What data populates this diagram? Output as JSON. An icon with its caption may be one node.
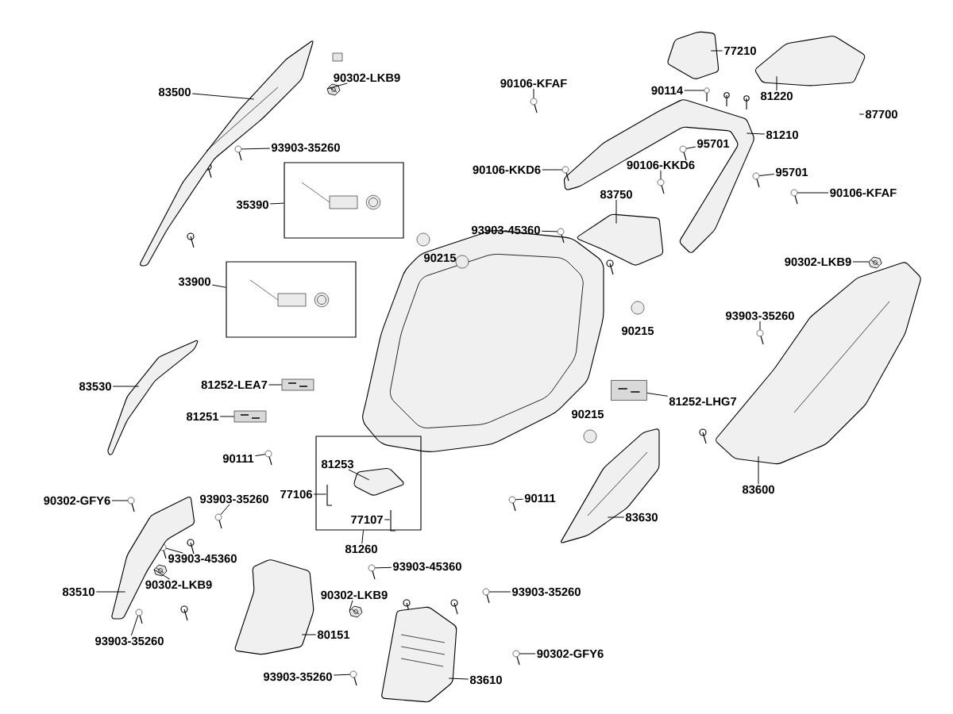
{
  "diagram": {
    "nodes": [
      {
        "text": [
          "83500"
        ]
      },
      {
        "text": [
          "90302-LKB9"
        ]
      },
      {
        "text": [
          "93903-35260"
        ]
      },
      {
        "text": [
          "35390"
        ]
      },
      {
        "text": [],
        "shape": "box"
      },
      {
        "text": [
          "33900"
        ]
      },
      {
        "text": [],
        "shape": "box"
      },
      {
        "text": [
          "83530"
        ]
      },
      {
        "text": [
          "81252-LEA7"
        ]
      },
      {
        "text": [
          "81251"
        ]
      },
      {
        "text": [
          "90111"
        ]
      },
      {
        "text": [],
        "shape": "box"
      },
      {
        "text": [
          "81253"
        ],
        "in": 11
      },
      {
        "text": [
          "77106"
        ]
      },
      {
        "text": [
          "77107"
        ],
        "in": 11
      },
      {
        "text": [
          "81260"
        ]
      },
      {
        "text": [
          "90302-GFY6"
        ]
      },
      {
        "text": [
          "93903-35260"
        ]
      },
      {
        "text": [
          "93903-45360"
        ]
      },
      {
        "text": [
          "90302-LKB9"
        ]
      },
      {
        "text": [
          "83510"
        ]
      },
      {
        "text": [
          "93903-35260"
        ]
      },
      {
        "text": [
          "80151"
        ]
      },
      {
        "text": [
          "93903-45360"
        ]
      },
      {
        "text": [
          "90302-LKB9"
        ]
      },
      {
        "text": [
          "93903-35260"
        ]
      },
      {
        "text": [
          "90302-GFY6"
        ]
      },
      {
        "text": [
          "93903-35260"
        ]
      },
      {
        "text": [
          "83610"
        ]
      },
      {
        "text": [
          "90106-KFAF"
        ]
      },
      {
        "text": [
          "90114"
        ]
      },
      {
        "text": [
          "77210"
        ]
      },
      {
        "text": [
          "81220"
        ]
      },
      {
        "text": [
          "87700"
        ]
      },
      {
        "text": [
          "95701"
        ]
      },
      {
        "text": [
          "81210"
        ]
      },
      {
        "text": [
          "90106-KKD6"
        ]
      },
      {
        "text": [
          "90106-KKD6"
        ]
      },
      {
        "text": [
          "95701"
        ]
      },
      {
        "text": [
          "90106-KFAF"
        ]
      },
      {
        "text": [
          "83750"
        ]
      },
      {
        "text": [
          "93903-45360"
        ]
      },
      {
        "text": [
          "90302-LKB9"
        ]
      },
      {
        "text": [
          "93903-35260"
        ]
      },
      {
        "text": [
          "81252-LHG7"
        ]
      },
      {
        "text": [
          "83600"
        ]
      },
      {
        "text": [
          "90111"
        ]
      },
      {
        "text": [
          "83630"
        ]
      },
      {
        "text": [],
        "shape": "picture"
      },
      {
        "text": [],
        "shape": "picture"
      },
      {
        "text": [],
        "shape": "picture"
      },
      {
        "text": [],
        "shape": "picture"
      },
      {
        "text": [],
        "shape": "picture"
      },
      {
        "text": [],
        "shape": "picture"
      },
      {
        "text": [],
        "shape": "picture"
      },
      {
        "text": [],
        "shape": "picture",
        "in": 11
      },
      {
        "text": [],
        "shape": "picture",
        "in": 11
      },
      {
        "text": [],
        "shape": "picture",
        "in": 11
      },
      {
        "text": [],
        "shape": "picture"
      },
      {
        "text": [],
        "shape": "picture"
      },
      {
        "text": [],
        "shape": "picture"
      },
      {
        "text": [],
        "shape": "picture"
      },
      {
        "text": [],
        "shape": "picture"
      },
      {
        "text": [],
        "shape": "picture"
      },
      {
        "text": [],
        "shape": "picture"
      },
      {
        "text": [],
        "shape": "picture"
      },
      {
        "text": [],
        "shape": "picture"
      },
      {
        "text": [],
        "shape": "picture"
      },
      {
        "text": [],
        "shape": "picture"
      },
      {
        "text": [],
        "shape": "picture"
      },
      {
        "text": [],
        "shape": "picture"
      },
      {
        "text": [],
        "shape": "picture"
      },
      {
        "text": [],
        "shape": "picture"
      },
      {
        "text": [],
        "shape": "picture"
      },
      {
        "text": [],
        "shape": "picture"
      },
      {
        "text": [],
        "shape": "picture"
      },
      {
        "text": [],
        "shape": "picture"
      },
      {
        "text": [],
        "shape": "picture"
      },
      {
        "text": [],
        "shape": "picture"
      },
      {
        "text": [],
        "shape": "picture"
      },
      {
        "text": [],
        "shape": "picture"
      },
      {
        "text": [],
        "shape": "picture"
      },
      {
        "text": [],
        "shape": "picture"
      },
      {
        "text": [],
        "shape": "picture"
      },
      {
        "text": [],
        "shape": "picture"
      },
      {
        "text": [],
        "shape": "picture"
      },
      {
        "text": [],
        "shape": "picture"
      },
      {
        "text": [],
        "shape": "picture"
      },
      {
        "text": [],
        "shape": "picture"
      }
    ],
    "edges": [
      {
        "from": 0,
        "to": 48,
        "arrow": "none"
      },
      {
        "from": 1,
        "to": 49,
        "arrow": "none"
      },
      {
        "from": 2,
        "to": 50,
        "arrow": "none"
      },
      {
        "from": 3,
        "to": 4,
        "arrow": "none"
      },
      {
        "from": 5,
        "to": 6,
        "arrow": "none"
      },
      {
        "from": 7,
        "to": 51,
        "arrow": "none"
      },
      {
        "from": 8,
        "to": 52,
        "arrow": "none"
      },
      {
        "from": 9,
        "to": 53,
        "arrow": "none"
      },
      {
        "from": 10,
        "to": 54,
        "arrow": "none"
      },
      {
        "from": 12,
        "to": 55,
        "arrow": "none"
      },
      {
        "from": 13,
        "to": 56,
        "arrow": "none"
      },
      {
        "from": 14,
        "to": 57,
        "arrow": "none"
      },
      {
        "from": 15,
        "to": 11,
        "arrow": "none"
      },
      {
        "from": 16,
        "to": 58,
        "arrow": "none"
      },
      {
        "from": 17,
        "to": 59,
        "arrow": "none"
      },
      {
        "from": 18,
        "to": 60,
        "arrow": "none"
      },
      {
        "from": 19,
        "to": 61,
        "arrow": "none"
      },
      {
        "from": 20,
        "to": 62,
        "arrow": "none"
      },
      {
        "from": 21,
        "to": 63,
        "arrow": "none"
      },
      {
        "from": 22,
        "to": 64,
        "arrow": "none"
      },
      {
        "from": 23,
        "to": 65,
        "arrow": "none"
      },
      {
        "from": 24,
        "to": 66,
        "arrow": "none"
      },
      {
        "from": 25,
        "to": 67,
        "arrow": "none"
      },
      {
        "from": 26,
        "to": 68,
        "arrow": "none"
      },
      {
        "from": 27,
        "to": 69,
        "arrow": "none"
      },
      {
        "from": 28,
        "to": 70,
        "arrow": "none"
      },
      {
        "from": 29,
        "to": 71,
        "arrow": "none"
      },
      {
        "from": 30,
        "to": 72,
        "arrow": "none"
      },
      {
        "from": 31,
        "to": 73,
        "arrow": "none"
      },
      {
        "from": 32,
        "to": 74,
        "arrow": "none"
      },
      {
        "from": 33,
        "to": null,
        "arrow": "none"
      },
      {
        "from": 34,
        "to": 75,
        "arrow": "none"
      },
      {
        "from": 35,
        "to": 76,
        "arrow": "none"
      },
      {
        "from": 36,
        "to": 77,
        "arrow": "none"
      },
      {
        "from": 37,
        "to": 78,
        "arrow": "none"
      },
      {
        "from": 38,
        "to": 79,
        "arrow": "none"
      },
      {
        "from": 39,
        "to": 80,
        "arrow": "none"
      },
      {
        "from": 40,
        "to": 81,
        "arrow": "none"
      },
      {
        "from": 41,
        "to": 82,
        "arrow": "none"
      },
      {
        "from": 42,
        "to": 83,
        "arrow": "none"
      },
      {
        "from": 43,
        "to": 84,
        "arrow": "none"
      },
      {
        "from": 44,
        "to": 85,
        "arrow": "none"
      },
      {
        "from": 45,
        "to": 86,
        "arrow": "none"
      },
      {
        "from": 46,
        "to": 87,
        "arrow": "none"
      },
      {
        "from": 47,
        "to": 88,
        "arrow": "none"
      }
    ],
    "labels": [
      "90215",
      "90215",
      "90215"
    ]
  }
}
